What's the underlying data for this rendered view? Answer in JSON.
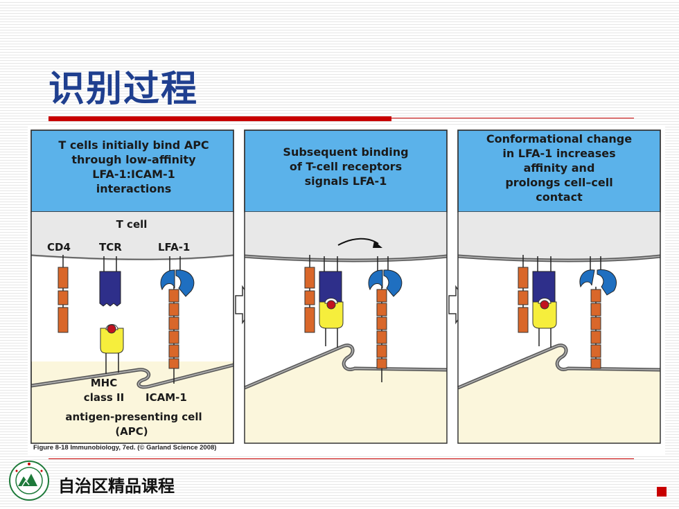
{
  "slide": {
    "title": "识别过程",
    "footer": "自治区精品课程"
  },
  "figure": {
    "panels": [
      {
        "header_lines": [
          "T cells initially bind APC",
          "through low-affinity",
          "LFA-1:ICAM-1",
          "interactions"
        ]
      },
      {
        "header_lines": [
          "Subsequent binding",
          "of T-cell receptors",
          "signals LFA-1"
        ]
      },
      {
        "header_lines": [
          "Conformational change",
          "in LFA-1 increases",
          "affinity and",
          "prolongs cell–cell",
          "contact"
        ]
      }
    ],
    "labels": {
      "t_cell": "T cell",
      "cd4": "CD4",
      "tcr": "TCR",
      "lfa1": "LFA-1",
      "mhc_line1": "MHC",
      "mhc_line2": "class II",
      "icam1": "ICAM-1",
      "apc_line1": "antigen-presenting cell",
      "apc_line2": "(APC)"
    },
    "caption": "Figure 8-18 Immunobiology, 7ed. (© Garland Science 2008)"
  },
  "colors": {
    "header_blue": "#5bb2ea",
    "tcell_gray": "#e8e8e8",
    "apc_cream": "#fbf6dc",
    "cd4_orange": "#d9672a",
    "tcr_navy": "#2e2f8a",
    "mhc_yellow": "#f6ee3c",
    "lfa_blue": "#1f6fc0",
    "peptide_red": "#c1121f",
    "accent_red": "#c80000",
    "title_blue": "#1f3f8f"
  }
}
